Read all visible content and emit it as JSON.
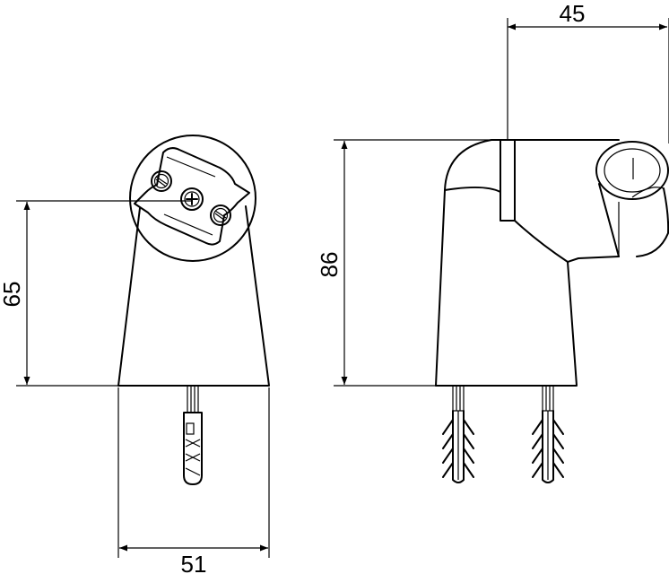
{
  "dimensions": {
    "top_width": "45",
    "side_height": "86",
    "front_height": "65",
    "bottom_width": "51"
  }
}
